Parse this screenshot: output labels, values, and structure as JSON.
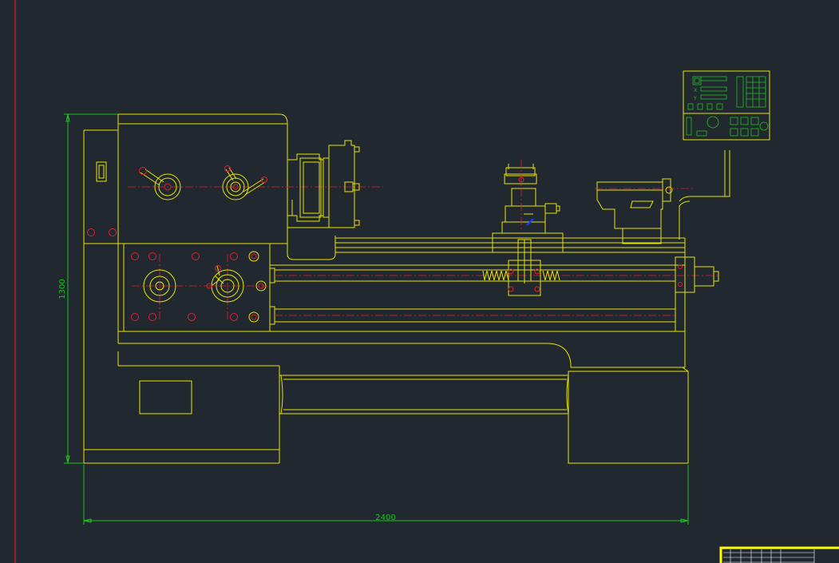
{
  "dimensions": {
    "length": "2400",
    "height": "1300"
  },
  "panel": {
    "axis_x": "X",
    "axis_y": "Y"
  },
  "colors": {
    "background": "#212830",
    "outline": "#e6e600",
    "center_line": "#e0202e",
    "dimension": "#20c020",
    "panel": "#20c020",
    "title_block": "#ffff00",
    "page_border": "#c0202a"
  }
}
